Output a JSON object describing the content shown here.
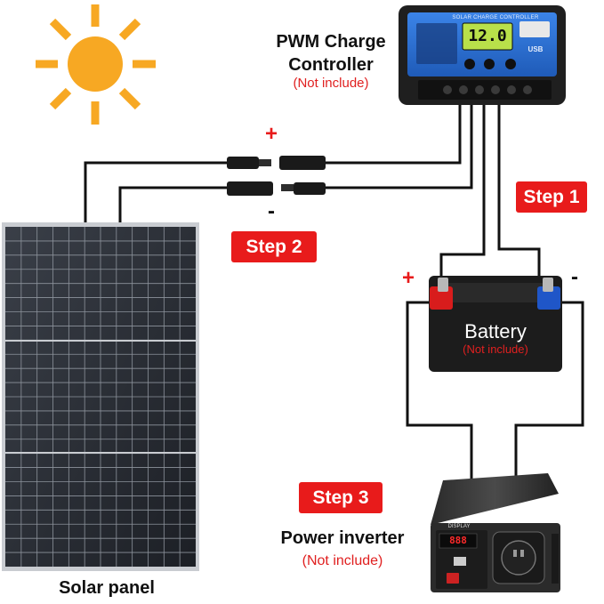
{
  "controller": {
    "label": "PWM Charge Controller",
    "label_line1": "PWM Charge",
    "label_line2": "Controller",
    "note": "(Not include)",
    "panel_text": "SOLAR CHARGE CONTROLLER",
    "display_value": "12.0",
    "usb_text": "USB"
  },
  "battery": {
    "label": "Battery",
    "note": "(Not include)",
    "plus": "+",
    "minus": "-"
  },
  "inverter": {
    "label": "Power inverter",
    "note": "(Not include)",
    "display_title": "DISPLAY",
    "display_value": "888"
  },
  "solar_panel": {
    "label": "Solar panel"
  },
  "connector": {
    "plus": "+",
    "minus": "-"
  },
  "steps": {
    "step1": "Step 1",
    "step2": "Step 2",
    "step3": "Step 3"
  },
  "colors": {
    "step_badge": "#e81b1b",
    "note_text": "#e02020",
    "sun": "#f7a823",
    "controller_face": "#2a6fd6",
    "lcd": "#b9e04a",
    "battery_plus": "#d81c1c",
    "battery_minus": "#1f56c8"
  }
}
